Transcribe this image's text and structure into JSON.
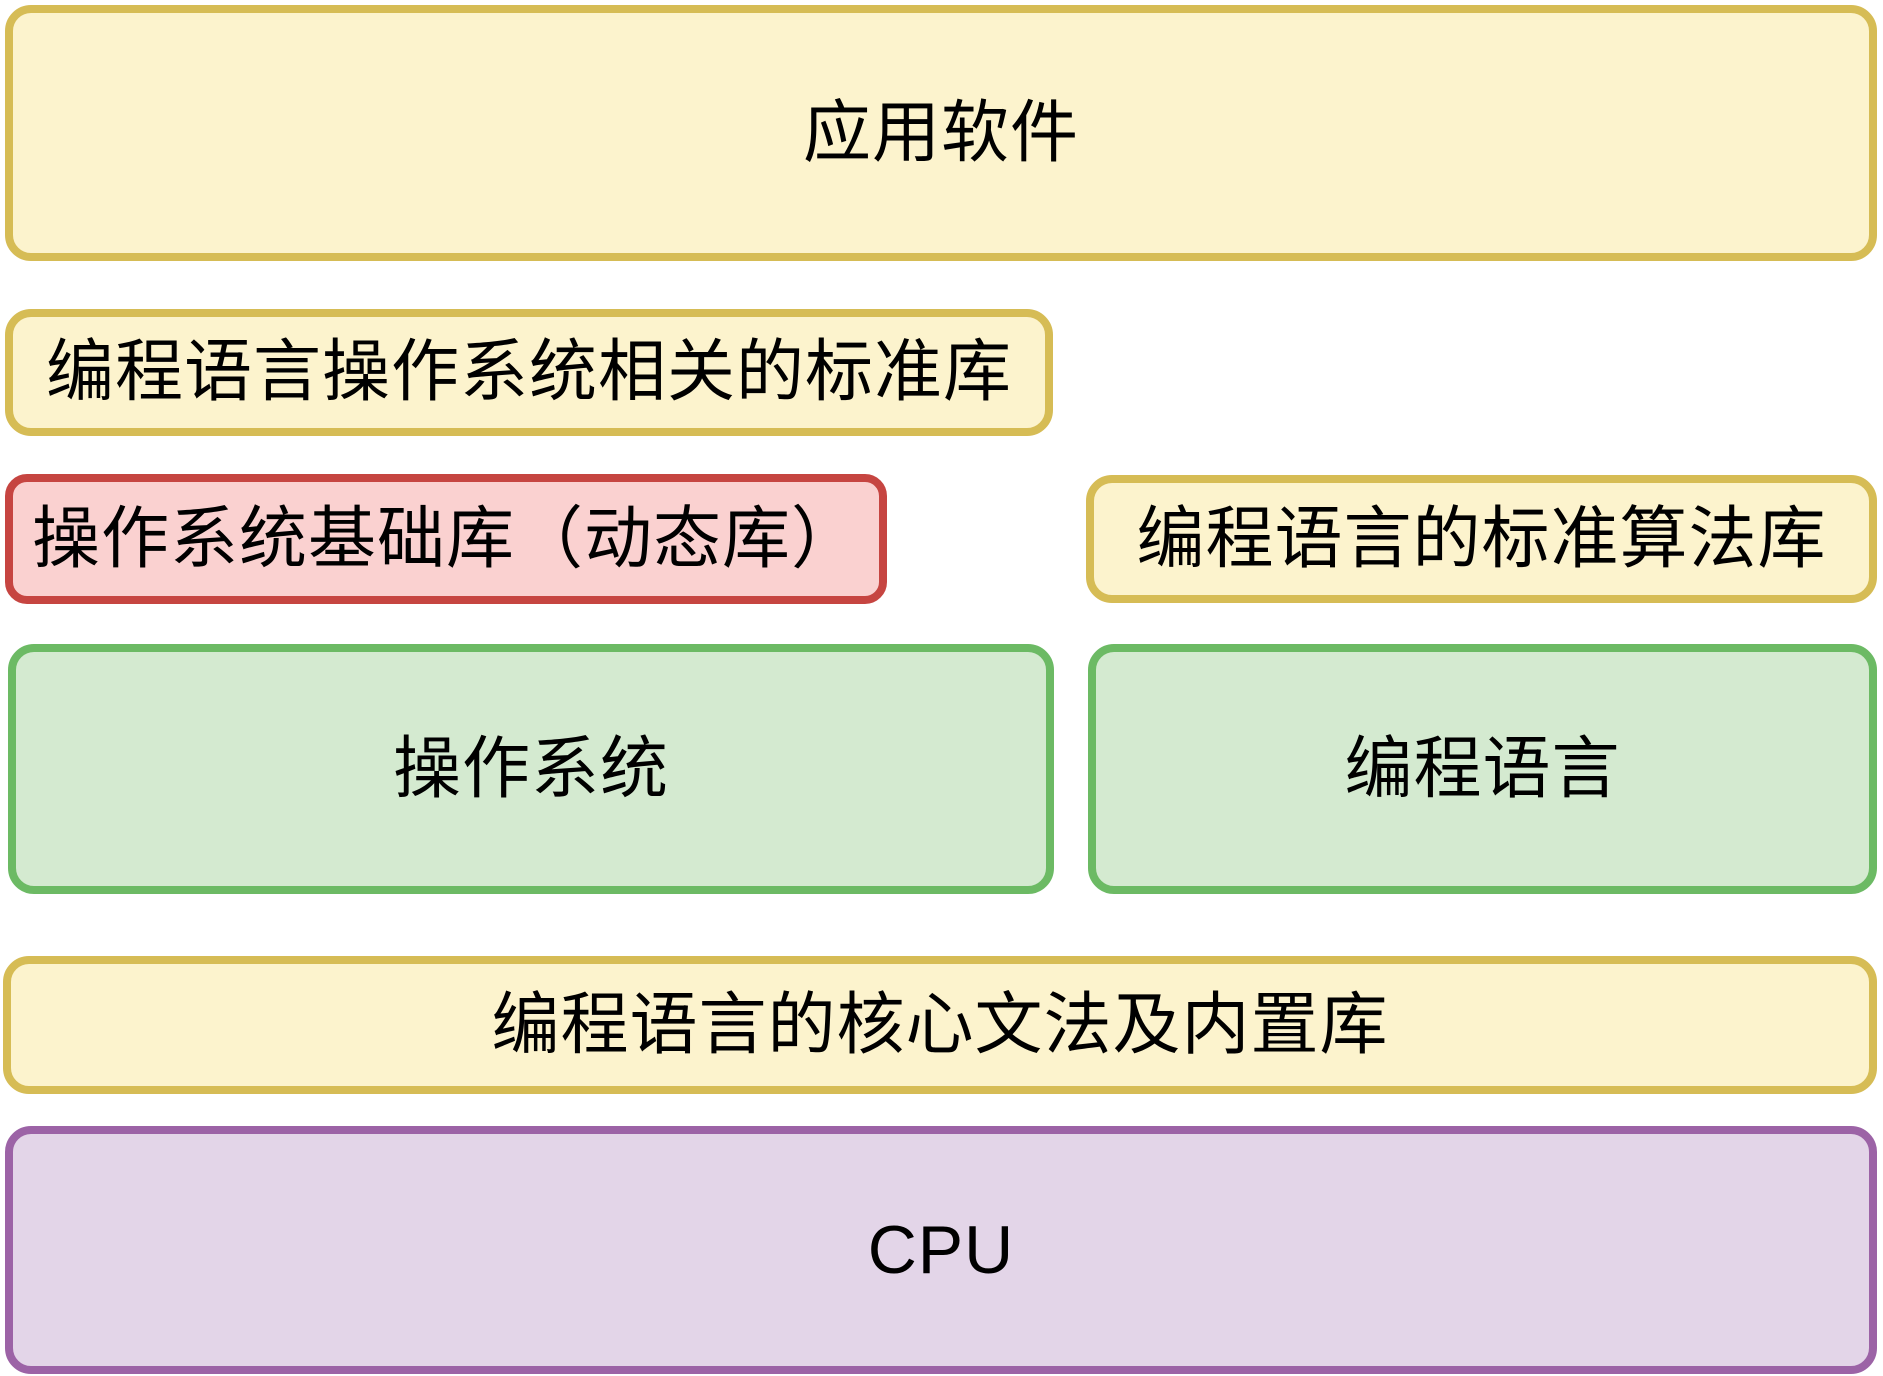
{
  "diagram": {
    "background": "#FFFFFF",
    "text_color": "#000000",
    "palette": {
      "yellow_fill": "#FCF3CD",
      "yellow_border": "#D6BC55",
      "red_fill": "#FAD1D0",
      "red_border": "#C64541",
      "green_fill": "#D4EAD0",
      "green_border": "#6CBA64",
      "purple_fill": "#E3D5E8",
      "purple_border": "#9C63A6"
    },
    "boxes": {
      "application_software": {
        "label": "应用软件",
        "fill": "#FCF3CD",
        "border": "#D6BC55"
      },
      "os_related_stdlib": {
        "label": "编程语言操作系统相关的标准库",
        "fill": "#FCF3CD",
        "border": "#D6BC55"
      },
      "os_base_library": {
        "label": "操作系统基础库（动态库）",
        "fill": "#FAD1D0",
        "border": "#C64541"
      },
      "standard_algorithm_library": {
        "label": "编程语言的标准算法库",
        "fill": "#FCF3CD",
        "border": "#D6BC55"
      },
      "operating_system": {
        "label": "操作系统",
        "fill": "#D4EAD0",
        "border": "#6CBA64"
      },
      "programming_language": {
        "label": "编程语言",
        "fill": "#D4EAD0",
        "border": "#6CBA64"
      },
      "core_grammar_builtin_library": {
        "label": "编程语言的核心文法及内置库",
        "fill": "#FCF3CD",
        "border": "#D6BC55"
      },
      "cpu": {
        "label": "CPU",
        "fill": "#E3D5E8",
        "border": "#9C63A6"
      }
    }
  }
}
